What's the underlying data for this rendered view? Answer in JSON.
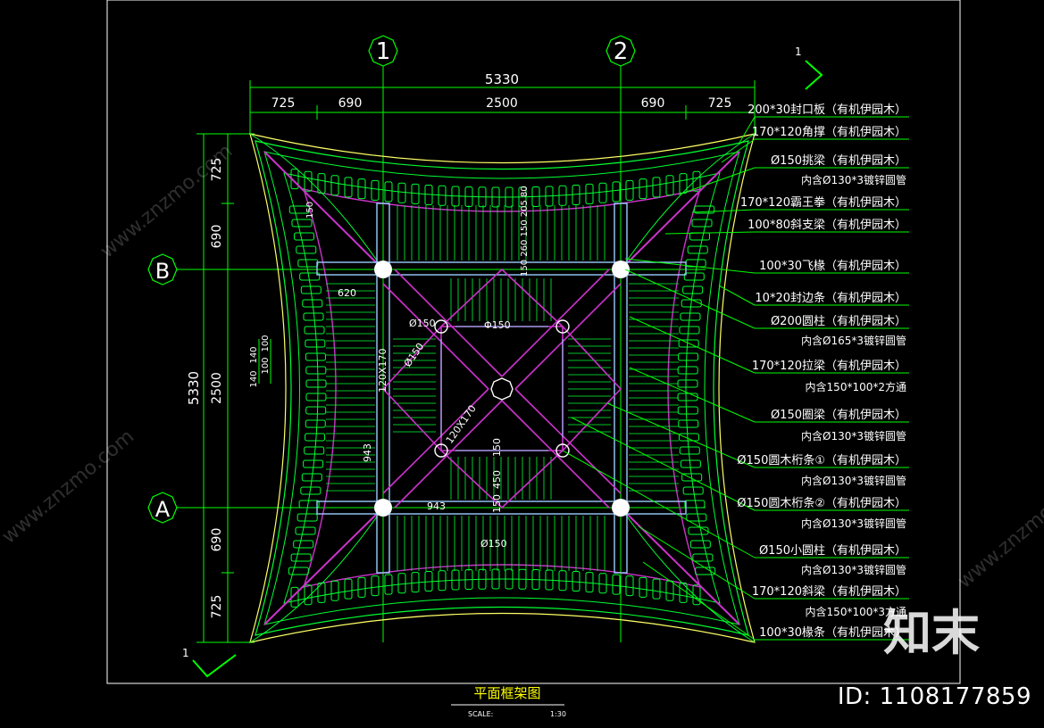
{
  "drawing": {
    "title": "平面框架图",
    "scale_label": "SCALE:",
    "scale_value": "1:30"
  },
  "grid": {
    "axis_1": "1",
    "axis_2": "2",
    "axis_A": "A",
    "axis_B": "B",
    "section_mark_top": "1",
    "section_mark_bottom": "1"
  },
  "dimensions": {
    "overall_top": "5330",
    "top_segments": [
      "725",
      "690",
      "2500",
      "690",
      "725"
    ],
    "overall_left": "5330",
    "left_segments": [
      "725",
      "690",
      "2500",
      "690",
      "725"
    ],
    "left_small": [
      "140",
      "140",
      "100",
      "100"
    ]
  },
  "inner_labels": {
    "d620": "620",
    "d943_v": "943",
    "d943_h": "943",
    "d150_a": "Ø150",
    "d150_b": "Ø150",
    "d150_c": "Φ150",
    "d150_d": "Ø150",
    "d120x170_a": "120X170",
    "d120x170_b": "120X170",
    "d150_v": "150",
    "d450": "450",
    "d150_v2": "150",
    "stack_top": "150 260 150 205 80",
    "d150_top": "150"
  },
  "annotations": [
    {
      "main": "200*30封口板（有机伊园木）",
      "sub": ""
    },
    {
      "main": "170*120角撑（有机伊园木）",
      "sub": ""
    },
    {
      "main": "Ø150挑梁（有机伊园木）",
      "sub": "内含Ø130*3镀锌圆管"
    },
    {
      "main": "170*120霸王拳（有机伊园木）",
      "sub": ""
    },
    {
      "main": "100*80斜支梁（有机伊园木）",
      "sub": ""
    },
    {
      "main": "100*30飞椽（有机伊园木）",
      "sub": ""
    },
    {
      "main": "10*20封边条（有机伊园木）",
      "sub": ""
    },
    {
      "main": "Ø200圆柱（有机伊园木）",
      "sub": "内含Ø165*3镀锌圆管"
    },
    {
      "main": "170*120拉梁（有机伊园木）",
      "sub": "内含150*100*2方通"
    },
    {
      "main": "Ø150圈梁（有机伊园木）",
      "sub": "内含Ø130*3镀锌圆管"
    },
    {
      "main": "Ø150圆木桁条①（有机伊园木）",
      "sub": "内含Ø130*3镀锌圆管"
    },
    {
      "main": "Ø150圆木桁条②（有机伊园木）",
      "sub": "内含Ø130*3镀锌圆管"
    },
    {
      "main": "Ø150小圆柱（有机伊园木）",
      "sub": "内含Ø130*3镀锌圆管"
    },
    {
      "main": "170*120斜梁（有机伊园木）",
      "sub": "内含150*100*3方通"
    },
    {
      "main": "100*30椽条（有机伊园木）",
      "sub": ""
    }
  ],
  "watermark": {
    "brand": "知末",
    "id_text": "ID: 1108177859",
    "site": "www.znzmo.com"
  },
  "colors": {
    "background": "#000000",
    "frame": "#ffffff",
    "dimension": "#00ff00",
    "axis": "#00ff00",
    "structure": "#cc33cc",
    "rafter": "#00ff33",
    "beam": "#99ccff",
    "fascia": "#ffff66",
    "title": "#ffff00"
  }
}
